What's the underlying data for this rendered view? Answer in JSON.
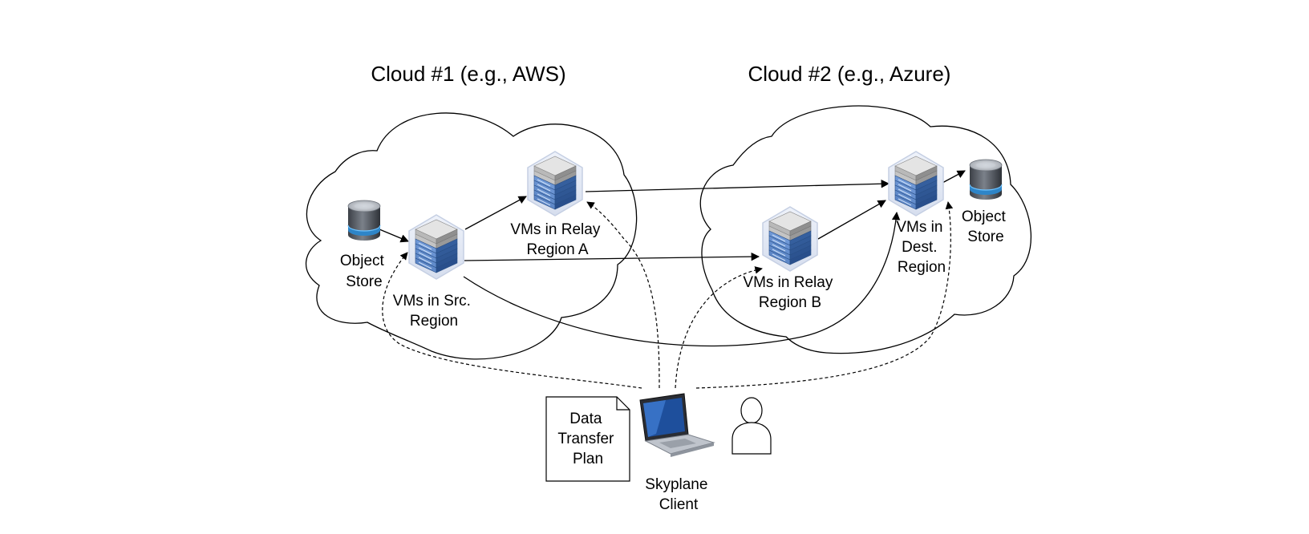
{
  "clouds": [
    {
      "title": "Cloud #1 (e.g., AWS)"
    },
    {
      "title": "Cloud #2 (e.g., Azure)"
    }
  ],
  "nodes": {
    "src_store": {
      "label": [
        "Object",
        "Store"
      ],
      "icon": "database-icon"
    },
    "src_vms": {
      "label": [
        "VMs in Src.",
        "Region"
      ],
      "icon": "server-rack-icon"
    },
    "relay_a": {
      "label": [
        "VMs in Relay",
        "Region A"
      ],
      "icon": "server-rack-icon"
    },
    "relay_b": {
      "label": [
        "VMs in Relay",
        "Region B"
      ],
      "icon": "server-rack-icon"
    },
    "dest_vms": {
      "label": [
        "VMs in",
        "Dest.",
        "Region"
      ],
      "icon": "server-rack-icon"
    },
    "dest_store": {
      "label": [
        "Object",
        "Store"
      ],
      "icon": "database-icon"
    },
    "client": {
      "label": [
        "Skyplane",
        "Client"
      ],
      "icon": "laptop-icon"
    },
    "plan": {
      "label": [
        "Data",
        "Transfer",
        "Plan"
      ],
      "icon": "document-icon"
    },
    "user": {
      "icon": "user-icon"
    }
  },
  "colors": {
    "server_blue": "#3f6fb0",
    "server_grey": "#9a9a9a",
    "db_body": "#5b5f66",
    "db_accent": "#3a8fd0"
  }
}
